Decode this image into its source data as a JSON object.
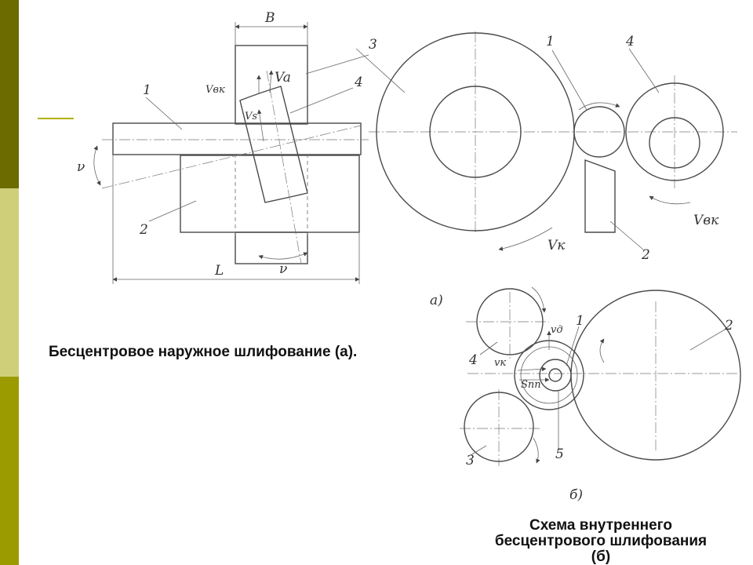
{
  "slide": {
    "sidebar_colors": [
      "#6b6b00",
      "#cfcf7a",
      "#9b9b00"
    ],
    "accent_rule_color": "#b5b000"
  },
  "captions": {
    "figure_a": "Бесцентровое    наружное шлифование (а).",
    "figure_b_line1": "Схема внутреннего",
    "figure_b_line2": "бесцентрового шлифования",
    "figure_b_line3": "(б)"
  },
  "diagram_a": {
    "dimension_B": "В",
    "dimension_L": "L",
    "angle": "ν",
    "velocity_wheel": "Vвк",
    "velocity_a": "Va",
    "velocity_s": "Vs",
    "velocity_k": "Vк",
    "velocity_bk": "Vвк",
    "part_numbers": [
      "1",
      "2",
      "3",
      "4"
    ],
    "subfigure_label": "а)"
  },
  "diagram_b": {
    "velocity_d": "vд",
    "velocity_k": "vк",
    "feed": "Sпп",
    "part_numbers": [
      "1",
      "2",
      "3",
      "4",
      "5"
    ],
    "subfigure_label": "б)"
  }
}
